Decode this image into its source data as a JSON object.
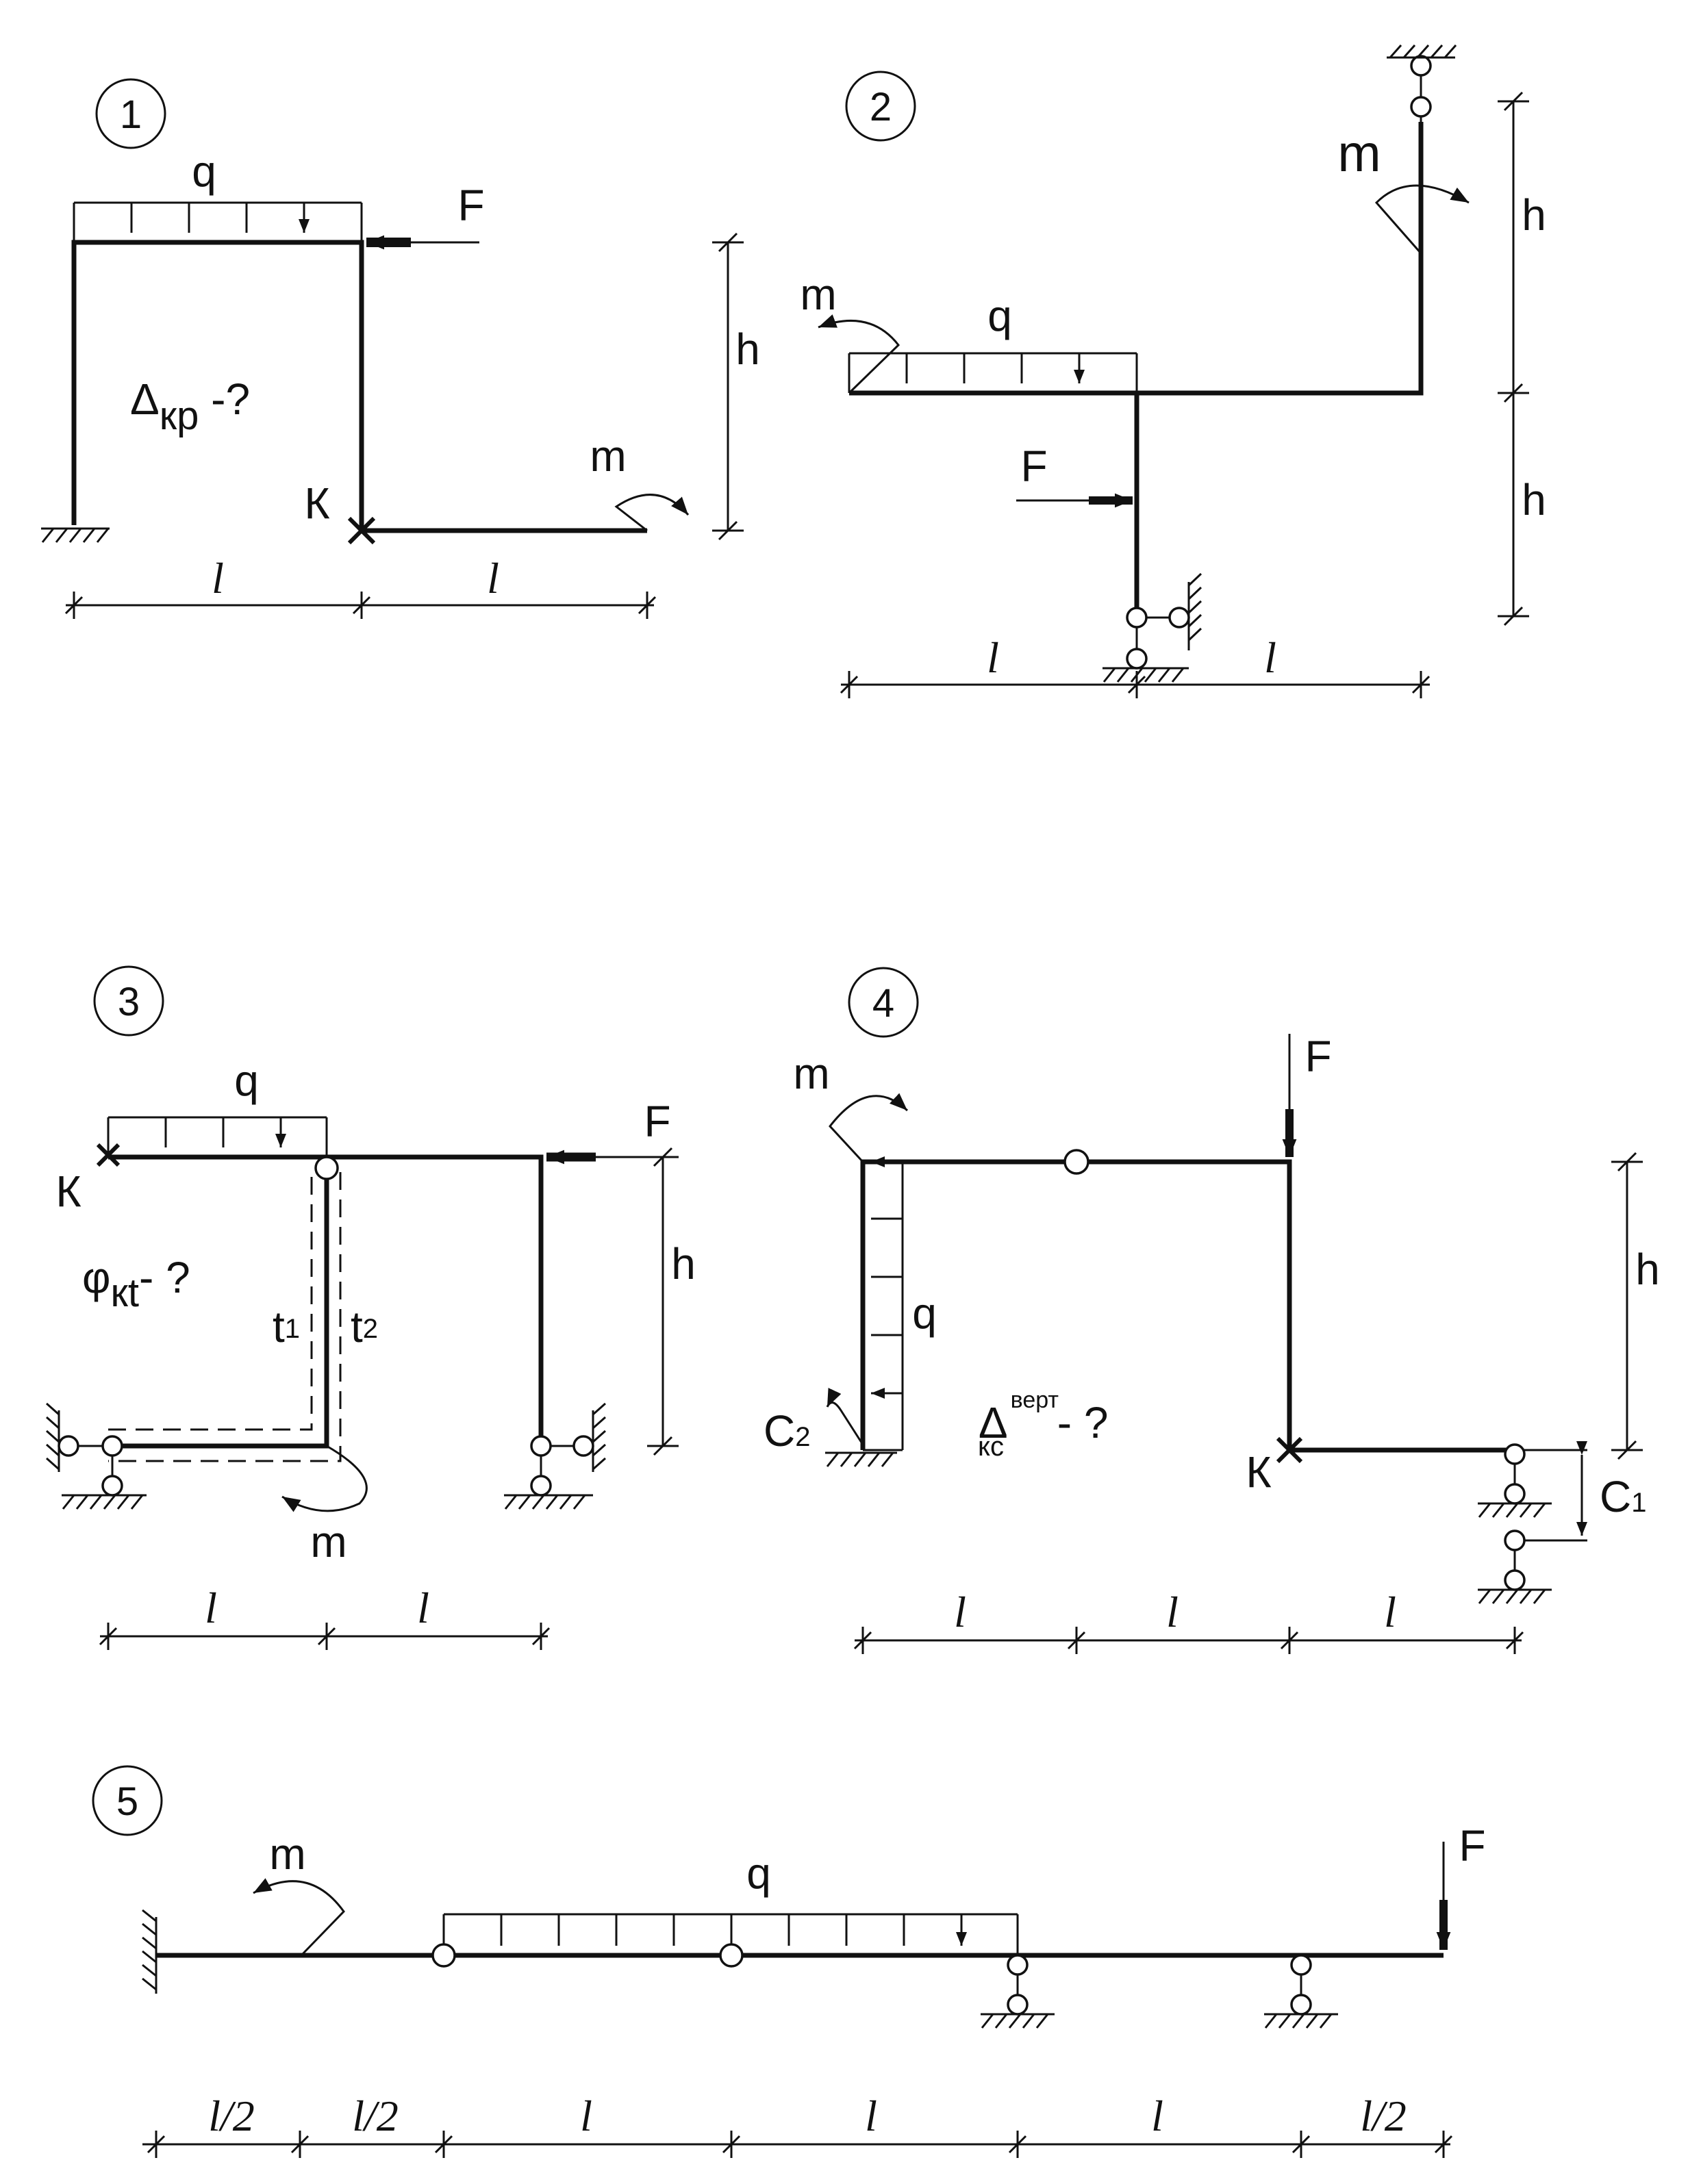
{
  "problems": [
    {
      "number": "1",
      "question": {
        "main": "Δ",
        "sub": "кр",
        "tail": " -?"
      },
      "labels": {
        "q": "q",
        "F": "F",
        "m": "m",
        "h": "h",
        "K": "К",
        "l1": "l",
        "l2": "l"
      }
    },
    {
      "number": "2",
      "labels": {
        "q": "q",
        "F": "F",
        "m1": "m",
        "m2": "m",
        "h1": "h",
        "h2": "h",
        "l1": "l",
        "l2": "l"
      }
    },
    {
      "number": "3",
      "question": {
        "main": "φ",
        "sub": "кt",
        "tail": "- ?"
      },
      "labels": {
        "q": "q",
        "F": "F",
        "m": "m",
        "h": "h",
        "K": "К",
        "t1": "t",
        "t1sub": "1",
        "t2": "t",
        "t2sub": "2",
        "l1": "l",
        "l2": "l"
      }
    },
    {
      "number": "4",
      "question": {
        "main": "Δ",
        "sup": "верт",
        "sub": "кс",
        "tail": " - ?"
      },
      "labels": {
        "q": "q",
        "F": "F",
        "m": "m",
        "h": "h",
        "K": "К",
        "C1": "C",
        "C1sub": "1",
        "C2": "C",
        "C2sub": "2",
        "l1": "l",
        "l2": "l",
        "l3": "l"
      }
    },
    {
      "number": "5",
      "labels": {
        "q": "q",
        "F": "F",
        "m": "m",
        "d1": "l/2",
        "d2": "l/2",
        "d3": "l",
        "d4": "l",
        "d5": "l",
        "d6": "l/2"
      }
    }
  ]
}
